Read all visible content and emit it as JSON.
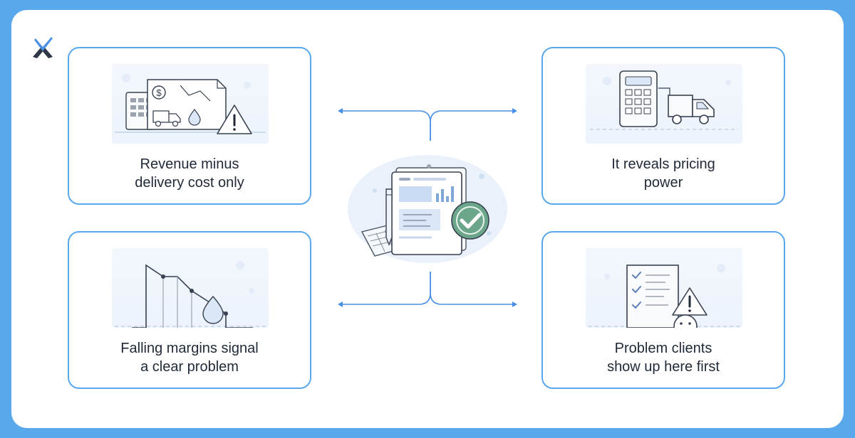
{
  "logo": {
    "icon": "x-logo-icon",
    "colors": [
      "#4a90e2",
      "#2d3748"
    ]
  },
  "center": {
    "icon": "report-document-checkmark-icon"
  },
  "cards": {
    "top_left": {
      "label_line1": "Revenue minus",
      "label_line2": "delivery cost only",
      "icon": "invoice-truck-warning-icon"
    },
    "top_right": {
      "label_line1": "It reveals pricing",
      "label_line2": "power",
      "icon": "calculator-truck-icon"
    },
    "bottom_left": {
      "label_line1": "Falling margins signal",
      "label_line2": "a clear problem",
      "icon": "declining-chart-drop-icon"
    },
    "bottom_right": {
      "label_line1": "Problem clients",
      "label_line2": "show up here first",
      "icon": "checklist-warning-sad-icon"
    }
  },
  "colors": {
    "frame": "#5aa8ec",
    "card_border": "#5aa8ec",
    "connector": "#4a90e2",
    "accent_green": "#6ba58a",
    "text": "#1f2937"
  }
}
